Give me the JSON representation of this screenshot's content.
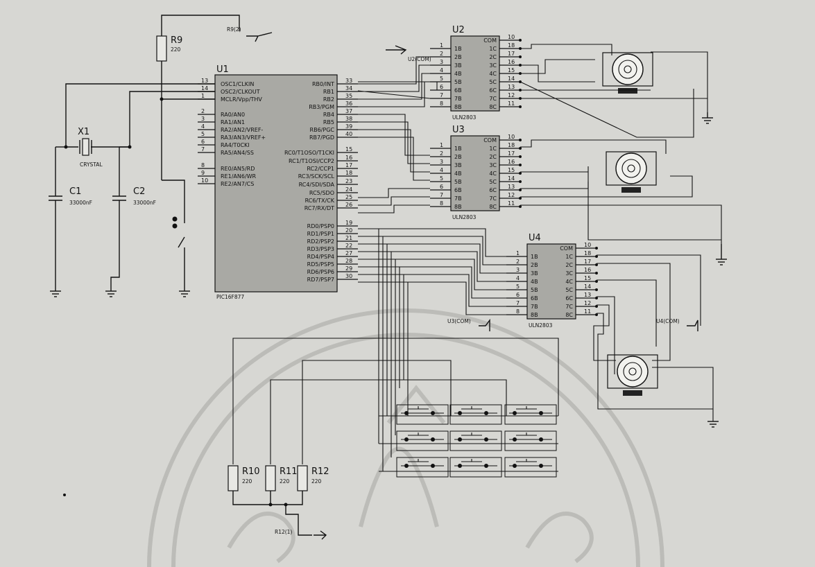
{
  "mcu": {
    "ref": "U1",
    "part": "PIC16F877",
    "left_pins": [
      {
        "num": "13",
        "name": "OSC1/CLKIN"
      },
      {
        "num": "14",
        "name": "OSC2/CLKOUT"
      },
      {
        "num": "1",
        "name": "MCLR/Vpp/THV"
      },
      {
        "num": "2",
        "name": "RA0/AN0"
      },
      {
        "num": "3",
        "name": "RA1/AN1"
      },
      {
        "num": "4",
        "name": "RA2/AN2/VREF-"
      },
      {
        "num": "5",
        "name": "RA3/AN3/VREF+"
      },
      {
        "num": "6",
        "name": "RA4/T0CKI"
      },
      {
        "num": "7",
        "name": "RA5/AN4/SS"
      },
      {
        "num": "8",
        "name": "RE0/AN5/RD"
      },
      {
        "num": "9",
        "name": "RE1/AN6/WR"
      },
      {
        "num": "10",
        "name": "RE2/AN7/CS"
      }
    ],
    "right_pins": [
      {
        "num": "33",
        "name": "RB0/INT"
      },
      {
        "num": "34",
        "name": "RB1"
      },
      {
        "num": "35",
        "name": "RB2"
      },
      {
        "num": "36",
        "name": "RB3/PGM"
      },
      {
        "num": "37",
        "name": "RB4"
      },
      {
        "num": "38",
        "name": "RB5"
      },
      {
        "num": "39",
        "name": "RB6/PGC"
      },
      {
        "num": "40",
        "name": "RB7/PGD"
      },
      {
        "num": "15",
        "name": "RC0/T1OSO/T1CKI"
      },
      {
        "num": "16",
        "name": "RC1/T1OSI/CCP2"
      },
      {
        "num": "17",
        "name": "RC2/CCP1"
      },
      {
        "num": "18",
        "name": "RC3/SCK/SCL"
      },
      {
        "num": "23",
        "name": "RC4/SDI/SDA"
      },
      {
        "num": "24",
        "name": "RC5/SDO"
      },
      {
        "num": "25",
        "name": "RC6/TX/CK"
      },
      {
        "num": "26",
        "name": "RC7/RX/DT"
      },
      {
        "num": "19",
        "name": "RD0/PSP0"
      },
      {
        "num": "20",
        "name": "RD1/PSP1"
      },
      {
        "num": "21",
        "name": "RD2/PSP2"
      },
      {
        "num": "22",
        "name": "RD3/PSP3"
      },
      {
        "num": "27",
        "name": "RD4/PSP4"
      },
      {
        "num": "28",
        "name": "RD5/PSP5"
      },
      {
        "num": "29",
        "name": "RD6/PSP6"
      },
      {
        "num": "30",
        "name": "RD7/PSP7"
      }
    ]
  },
  "drivers": [
    {
      "ref": "U2",
      "part": "ULN2803",
      "com_label": "U2(COM)"
    },
    {
      "ref": "U3",
      "part": "ULN2803",
      "com_label": "U3(COM)"
    },
    {
      "ref": "U4",
      "part": "ULN2803",
      "com_label": "U4(COM)"
    }
  ],
  "driver_pins": {
    "in_nums": [
      "1",
      "2",
      "3",
      "4",
      "5",
      "6",
      "7",
      "8"
    ],
    "in_names": [
      "1B",
      "2B",
      "3B",
      "4B",
      "5B",
      "6B",
      "7B",
      "8B"
    ],
    "out_nums": [
      "10",
      "18",
      "17",
      "16",
      "15",
      "14",
      "13",
      "12",
      "11"
    ],
    "out_names": [
      "COM",
      "1C",
      "2C",
      "3C",
      "4C",
      "5C",
      "6C",
      "7C",
      "8C"
    ]
  },
  "resistors": {
    "r9": {
      "ref": "R9",
      "value": "220",
      "net": "R9(2)"
    },
    "r10": {
      "ref": "R10",
      "value": "220"
    },
    "r11": {
      "ref": "R11",
      "value": "220"
    },
    "r12": {
      "ref": "R12",
      "value": "220",
      "net": "R12(1)"
    }
  },
  "crystal": {
    "ref": "X1",
    "label": "CRYSTAL"
  },
  "capacitors": {
    "c1": {
      "ref": "C1",
      "value": "33000nF"
    },
    "c2": {
      "ref": "C2",
      "value": "33000nF"
    }
  },
  "motors_count": 3,
  "keypad": {
    "rows": 3,
    "cols": 3
  }
}
